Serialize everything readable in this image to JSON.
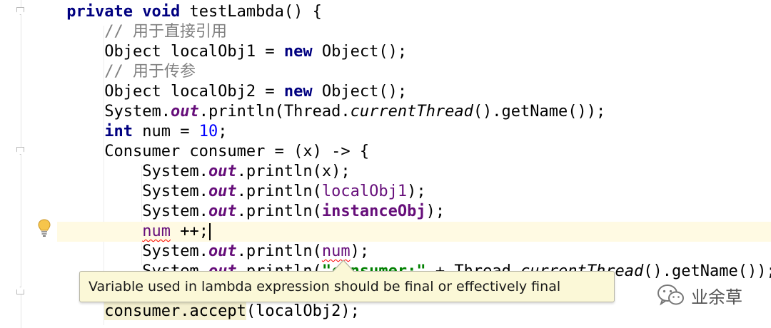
{
  "editor": {
    "lines": {
      "l1": {
        "a": "private",
        "b": " ",
        "c": "void",
        "d": " testLambda() {"
      },
      "l2": {
        "a": "    // 用于直接引用"
      },
      "l3": {
        "a": "    Object localObj1 = ",
        "b": "new",
        "c": " Object();"
      },
      "l4": {
        "a": "    // 用于传参"
      },
      "l5": {
        "a": "    Object localObj2 = ",
        "b": "new",
        "c": " Object();"
      },
      "l6": {
        "a": "    System.",
        "b": "out",
        "c": ".println(Thread.",
        "d": "currentThread",
        "e": "().getName());"
      },
      "l7": {
        "a": "    ",
        "b": "int",
        "c": " num = ",
        "d": "10",
        "e": ";"
      },
      "l8": {
        "a": "    Consumer consumer = (x) -> {"
      },
      "l9": {
        "a": "        System.",
        "b": "out",
        "c": ".println(x);"
      },
      "l10": {
        "a": "        System.",
        "b": "out",
        "c": ".println(",
        "d": "localObj1",
        "e": ");"
      },
      "l11": {
        "a": "        System.",
        "b": "out",
        "c": ".println(",
        "d": "instanceObj",
        "e": ");"
      },
      "l12": {
        "a": "        ",
        "b": "num",
        "c": " ++;"
      },
      "l13": {
        "a": "        System.",
        "b": "out",
        "c": ".println(",
        "d": "num",
        "e": ");"
      },
      "l14": {
        "a": "        System.",
        "b": "out",
        "c": ".println(",
        "d": "\"consumer:\"",
        "e": " + Thread.",
        "f": "currentThread",
        "g": "().getName());"
      },
      "l16": {
        "a": "    ",
        "b": "consumer.accept",
        "c": "(localObj2);"
      }
    }
  },
  "tooltip": {
    "message": "Variable used in lambda expression should be final or effectively final"
  },
  "watermark": {
    "text": "业余草",
    "icon": "wechat-icon"
  },
  "gutter": {
    "intention_icon": "lightbulb-icon"
  }
}
